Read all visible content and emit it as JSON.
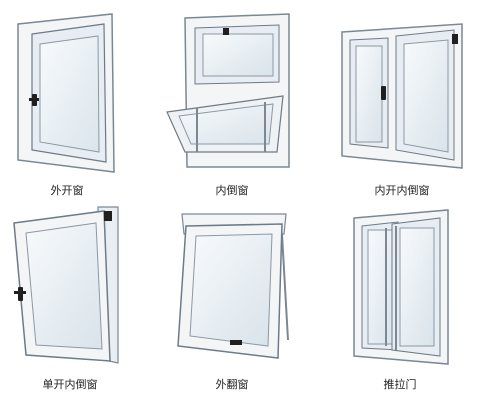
{
  "windows": [
    {
      "label": "外开窗"
    },
    {
      "label": "内倒窗"
    },
    {
      "label": "内开内倒窗"
    },
    {
      "label": "单开内倒窗"
    },
    {
      "label": "外翻窗"
    },
    {
      "label": "推拉门"
    }
  ],
  "colors": {
    "frame": "#f4f6f8",
    "frame_edge": "#7c8794",
    "glass": "#e9f0f5",
    "glass_edge": "#8d98a4",
    "handle": "#1f1f1f"
  }
}
